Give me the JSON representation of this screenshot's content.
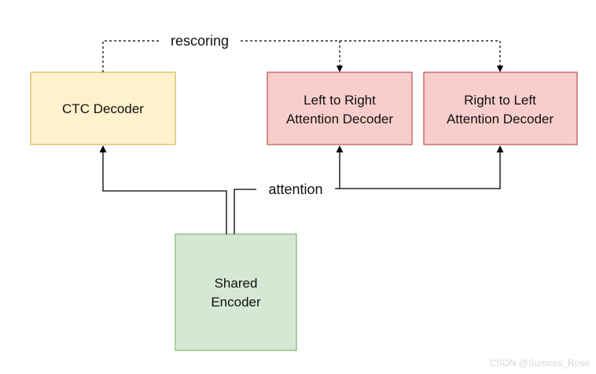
{
  "nodes": {
    "ctc": {
      "label": "CTC Decoder",
      "fill": "#fff2cc",
      "stroke": "#d6b656"
    },
    "l2r": {
      "line1": "Left to Right",
      "line2": "Attention Decoder",
      "fill": "#f8cecc",
      "stroke": "#b85450"
    },
    "r2l": {
      "line1": "Right to Left",
      "line2": "Attention Decoder",
      "fill": "#f8cecc",
      "stroke": "#b85450"
    },
    "encoder": {
      "line1": "Shared",
      "line2": "Encoder",
      "fill": "#d5e8d4",
      "stroke": "#82b366"
    }
  },
  "edges": {
    "rescoring_label": "rescoring",
    "attention_label": "attention"
  },
  "watermark": "CSDN @Sumoss_Rose"
}
